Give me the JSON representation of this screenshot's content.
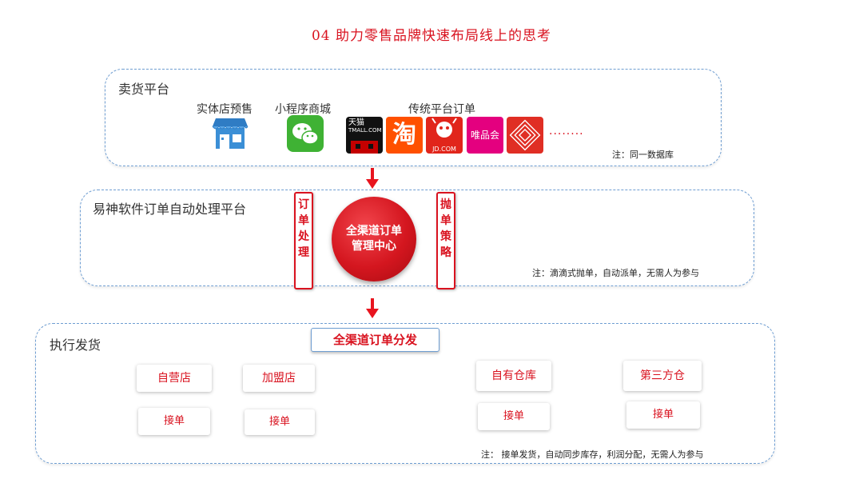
{
  "title": "04  助力零售品牌快速布局线上的思考",
  "panel1": {
    "title": "卖货平台",
    "channels": {
      "store": "实体店预售",
      "miniprogram": "小程序商城",
      "traditional": "传统平台订单"
    },
    "apps": {
      "tmall_top": "天猫",
      "tmall_bottom": "TMALL.COM",
      "taobao": "淘",
      "jd": "JD.COM",
      "vip": "唯品会",
      "more": "········"
    },
    "note": "注：同一数据库"
  },
  "panel2": {
    "title": "易神软件订单自动处理平台",
    "left_box": "订单处理",
    "right_box": "抛单策略",
    "center_line1": "全渠道订单",
    "center_line2": "管理中心",
    "note": "注：滴滴式抛单，自动派单，无需人为参与"
  },
  "panel3": {
    "title": "执行发货",
    "distribution": "全渠道订单分发",
    "targets": [
      "自营店",
      "加盟店",
      "自有仓库",
      "第三方仓"
    ],
    "accept": "接单",
    "note": "注： 接单发货，自动同步库存，利润分配，无需人为参与"
  },
  "colors": {
    "accent": "#d9121f",
    "border": "#6f9ed2"
  }
}
